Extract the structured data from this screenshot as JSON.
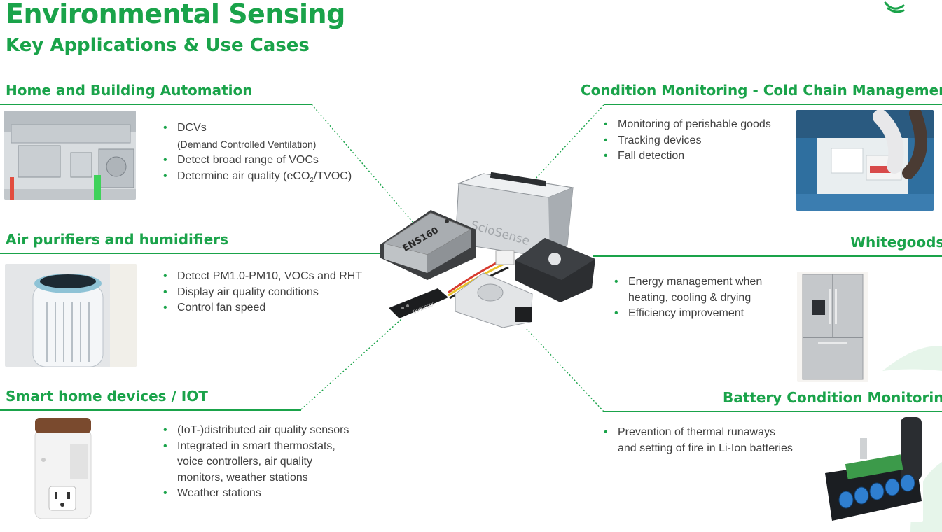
{
  "header": {
    "title": "Environmental Sensing",
    "subtitle": "Key Applications & Use Cases"
  },
  "sections": {
    "home_building": {
      "title": "Home and Building Automation",
      "items": [
        "DCVs",
        "(Demand Controlled Ventilation)",
        "Detect broad range of VOCs",
        "Determine air quality (eCO",
        "2",
        "/TVOC)"
      ]
    },
    "air_purifiers": {
      "title": "Air purifiers and humidifiers",
      "items": [
        "Detect PM1.0-PM10, VOCs and RHT",
        "Display air quality conditions",
        "Control fan speed"
      ]
    },
    "smart_home": {
      "title": "Smart home devices / IOT",
      "items": [
        "(IoT-)distributed air quality sensors",
        "Integrated in smart thermostats,",
        "voice controllers, air quality",
        "monitors, weather stations",
        "Weather stations"
      ]
    },
    "cold_chain": {
      "title": "Condition Monitoring - Cold Chain Management",
      "items": [
        "Monitoring of perishable goods",
        "Tracking devices",
        "Fall detection"
      ]
    },
    "whitegoods": {
      "title": "Whitegoods",
      "items": [
        "Energy management when",
        "heating, cooling & drying",
        "Efficiency improvement"
      ]
    },
    "battery": {
      "title": "Battery Condition Monitoring",
      "items": [
        "Prevention of thermal runaways",
        "and setting of fire in Li-Ion batteries"
      ]
    }
  },
  "center_products": {
    "ens160_label": "ENS160",
    "sciosense_label": "ScioSense",
    "serial_label": "XXXXXXXX"
  },
  "colors": {
    "brand_green": "#1aa34a",
    "text": "#404040"
  },
  "icons": [
    "sciosense-logo-icon"
  ]
}
